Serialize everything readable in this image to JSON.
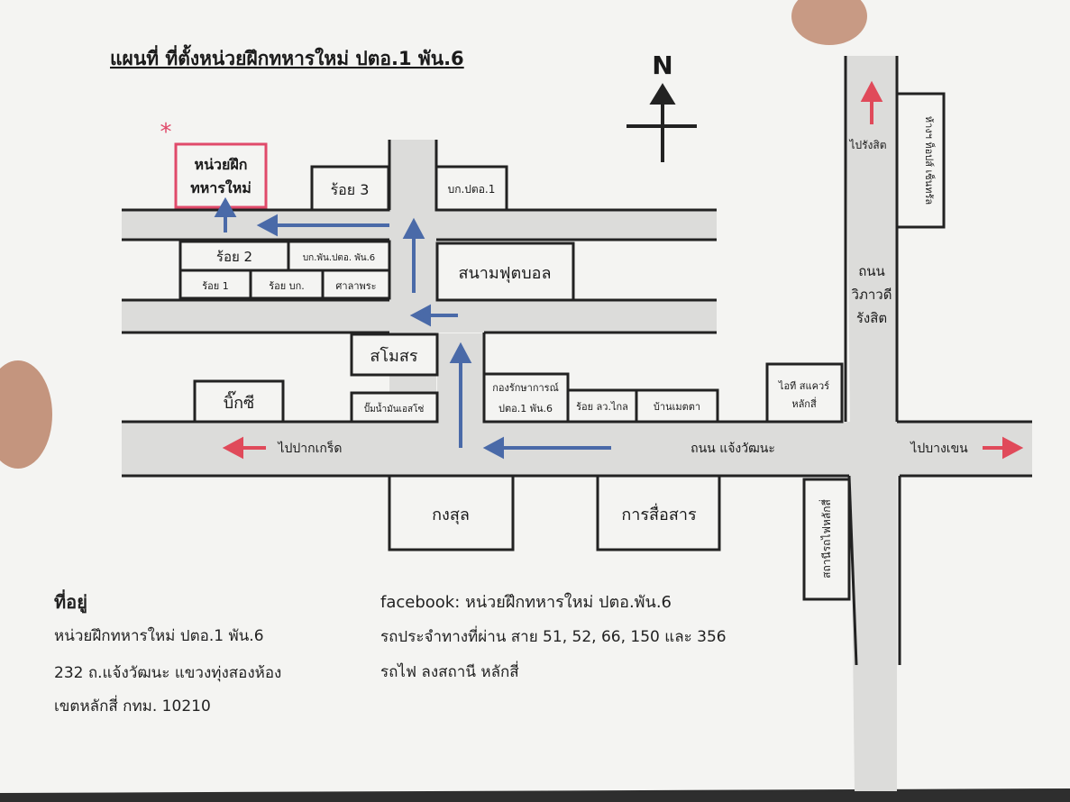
{
  "title": "แผนที่ ที่ตั้งหน่วยฝึกทหารใหม่  ปตอ.1 พัน.6",
  "compass": "N",
  "places": {
    "target": "หน่วยฝึก\nทหารใหม่",
    "soi3": "ร้อย 3",
    "bk_ptor1": "บก.ปตอ.1",
    "soi2": "ร้อย 2",
    "bk_pan": "บก.พัน.ปตอ. พัน.6",
    "soi1": "ร้อย 1",
    "soi_bk": "ร้อย บก.",
    "sala": "ศาลาพระ",
    "football": "สนามฟุตบอล",
    "samosorn": "สโมสร",
    "bigc": "บิ๊กซี",
    "gas": "ปั๊มน้ำมันเอสโซ่",
    "guard": "กองรักษาการณ์\nปตอ.1 พัน.6",
    "soi_lor": "ร้อย ลว.ไกล",
    "ban_metta": "บ้านเมตตา",
    "it_square": "ไอที สแควร์\nหลักสี่",
    "kongsul": "กงสุล",
    "comms": "การสื่อสาร",
    "train_station": "สถานีรถไฟหลักสี่",
    "vertical_block": "ห้างฯ ท็อปส์ เซ็นทรัล",
    "vibhavadi": "ถนน\nวิภาวดี\nรังสิต",
    "chaengwattana": "ถนน แจ้งวัฒนะ",
    "to_rangsit": "ไปรังสิต",
    "to_pakkret": "ไปปากเกร็ด",
    "to_bangkhen": "ไปบางเขน"
  },
  "address": {
    "heading": "ที่อยู่",
    "line1": "หน่วยฝึกทหารใหม่ ปตอ.1 พัน.6",
    "line2": "232 ถ.แจ้งวัฒนะ แขวงทุ่งสองห้อง",
    "line3": "เขตหลักสี่ กทม. 10210"
  },
  "contact": {
    "facebook": "facebook: หน่วยฝึกทหารใหม่ ปตอ.พัน.6",
    "bus": "รถประจำทางที่ผ่าน  สาย 51, 52, 66, 150 และ 356",
    "train": "รถไฟ ลงสถานี หลักสี่"
  },
  "colors": {
    "paper": "#f4f4f2",
    "road": "#dcdcda",
    "line": "#222222",
    "route_arrow": "#4a6aa8",
    "direction_arrow": "#e04a5a",
    "highlight_box": "#e04a6a"
  }
}
